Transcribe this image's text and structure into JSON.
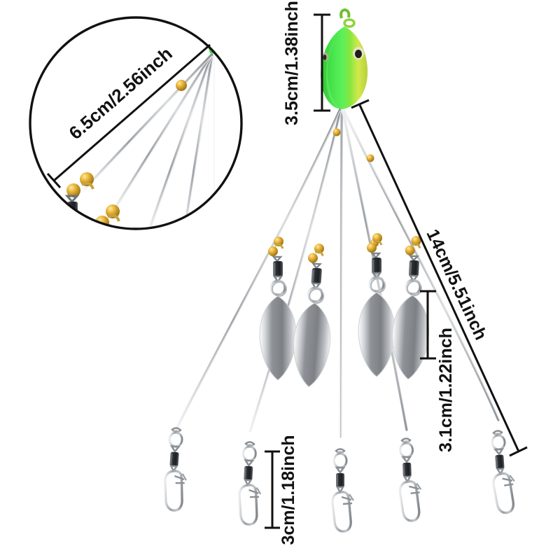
{
  "product": {
    "name": "umbrella-rig-fishing-lure",
    "head_color_primary": "#3ddc3d",
    "head_color_secondary": "#d8e84a",
    "wire_color": "#b9bcc0",
    "bead_color": "#d8a72a",
    "blade_color": "#8d9094",
    "hardware_color": "#7d8186",
    "outline_color": "#111111",
    "background": "#ffffff"
  },
  "dimensions": {
    "head_length": "3.5cm/1.38inch",
    "arm_length": "14cm/5.51inch",
    "blade_length": "3.1cm/1.22inch",
    "snap_length": "3cm/1.18inch",
    "detail_length": "6.5cm/2.56inch"
  },
  "inset": {
    "name": "magnified-arm-detail",
    "label": "6.5cm/2.56inch"
  },
  "chart_data": {
    "type": "diagram",
    "title": "Umbrella rig fishing lure dimensions",
    "annotations": [
      {
        "label": "3.5cm/1.38inch",
        "measures": "head length",
        "orientation": "vertical"
      },
      {
        "label": "14cm/5.51inch",
        "measures": "arm length",
        "orientation": "diagonal"
      },
      {
        "label": "3.1cm/1.22inch",
        "measures": "blade length",
        "orientation": "vertical"
      },
      {
        "label": "3cm/1.18inch",
        "measures": "snap swivel length",
        "orientation": "vertical"
      },
      {
        "label": "6.5cm/2.56inch",
        "measures": "magnified arm segment",
        "orientation": "diagonal"
      }
    ],
    "counts": {
      "arms": 5,
      "blades": 4,
      "snap_swivels": 5,
      "beads": 5
    }
  }
}
